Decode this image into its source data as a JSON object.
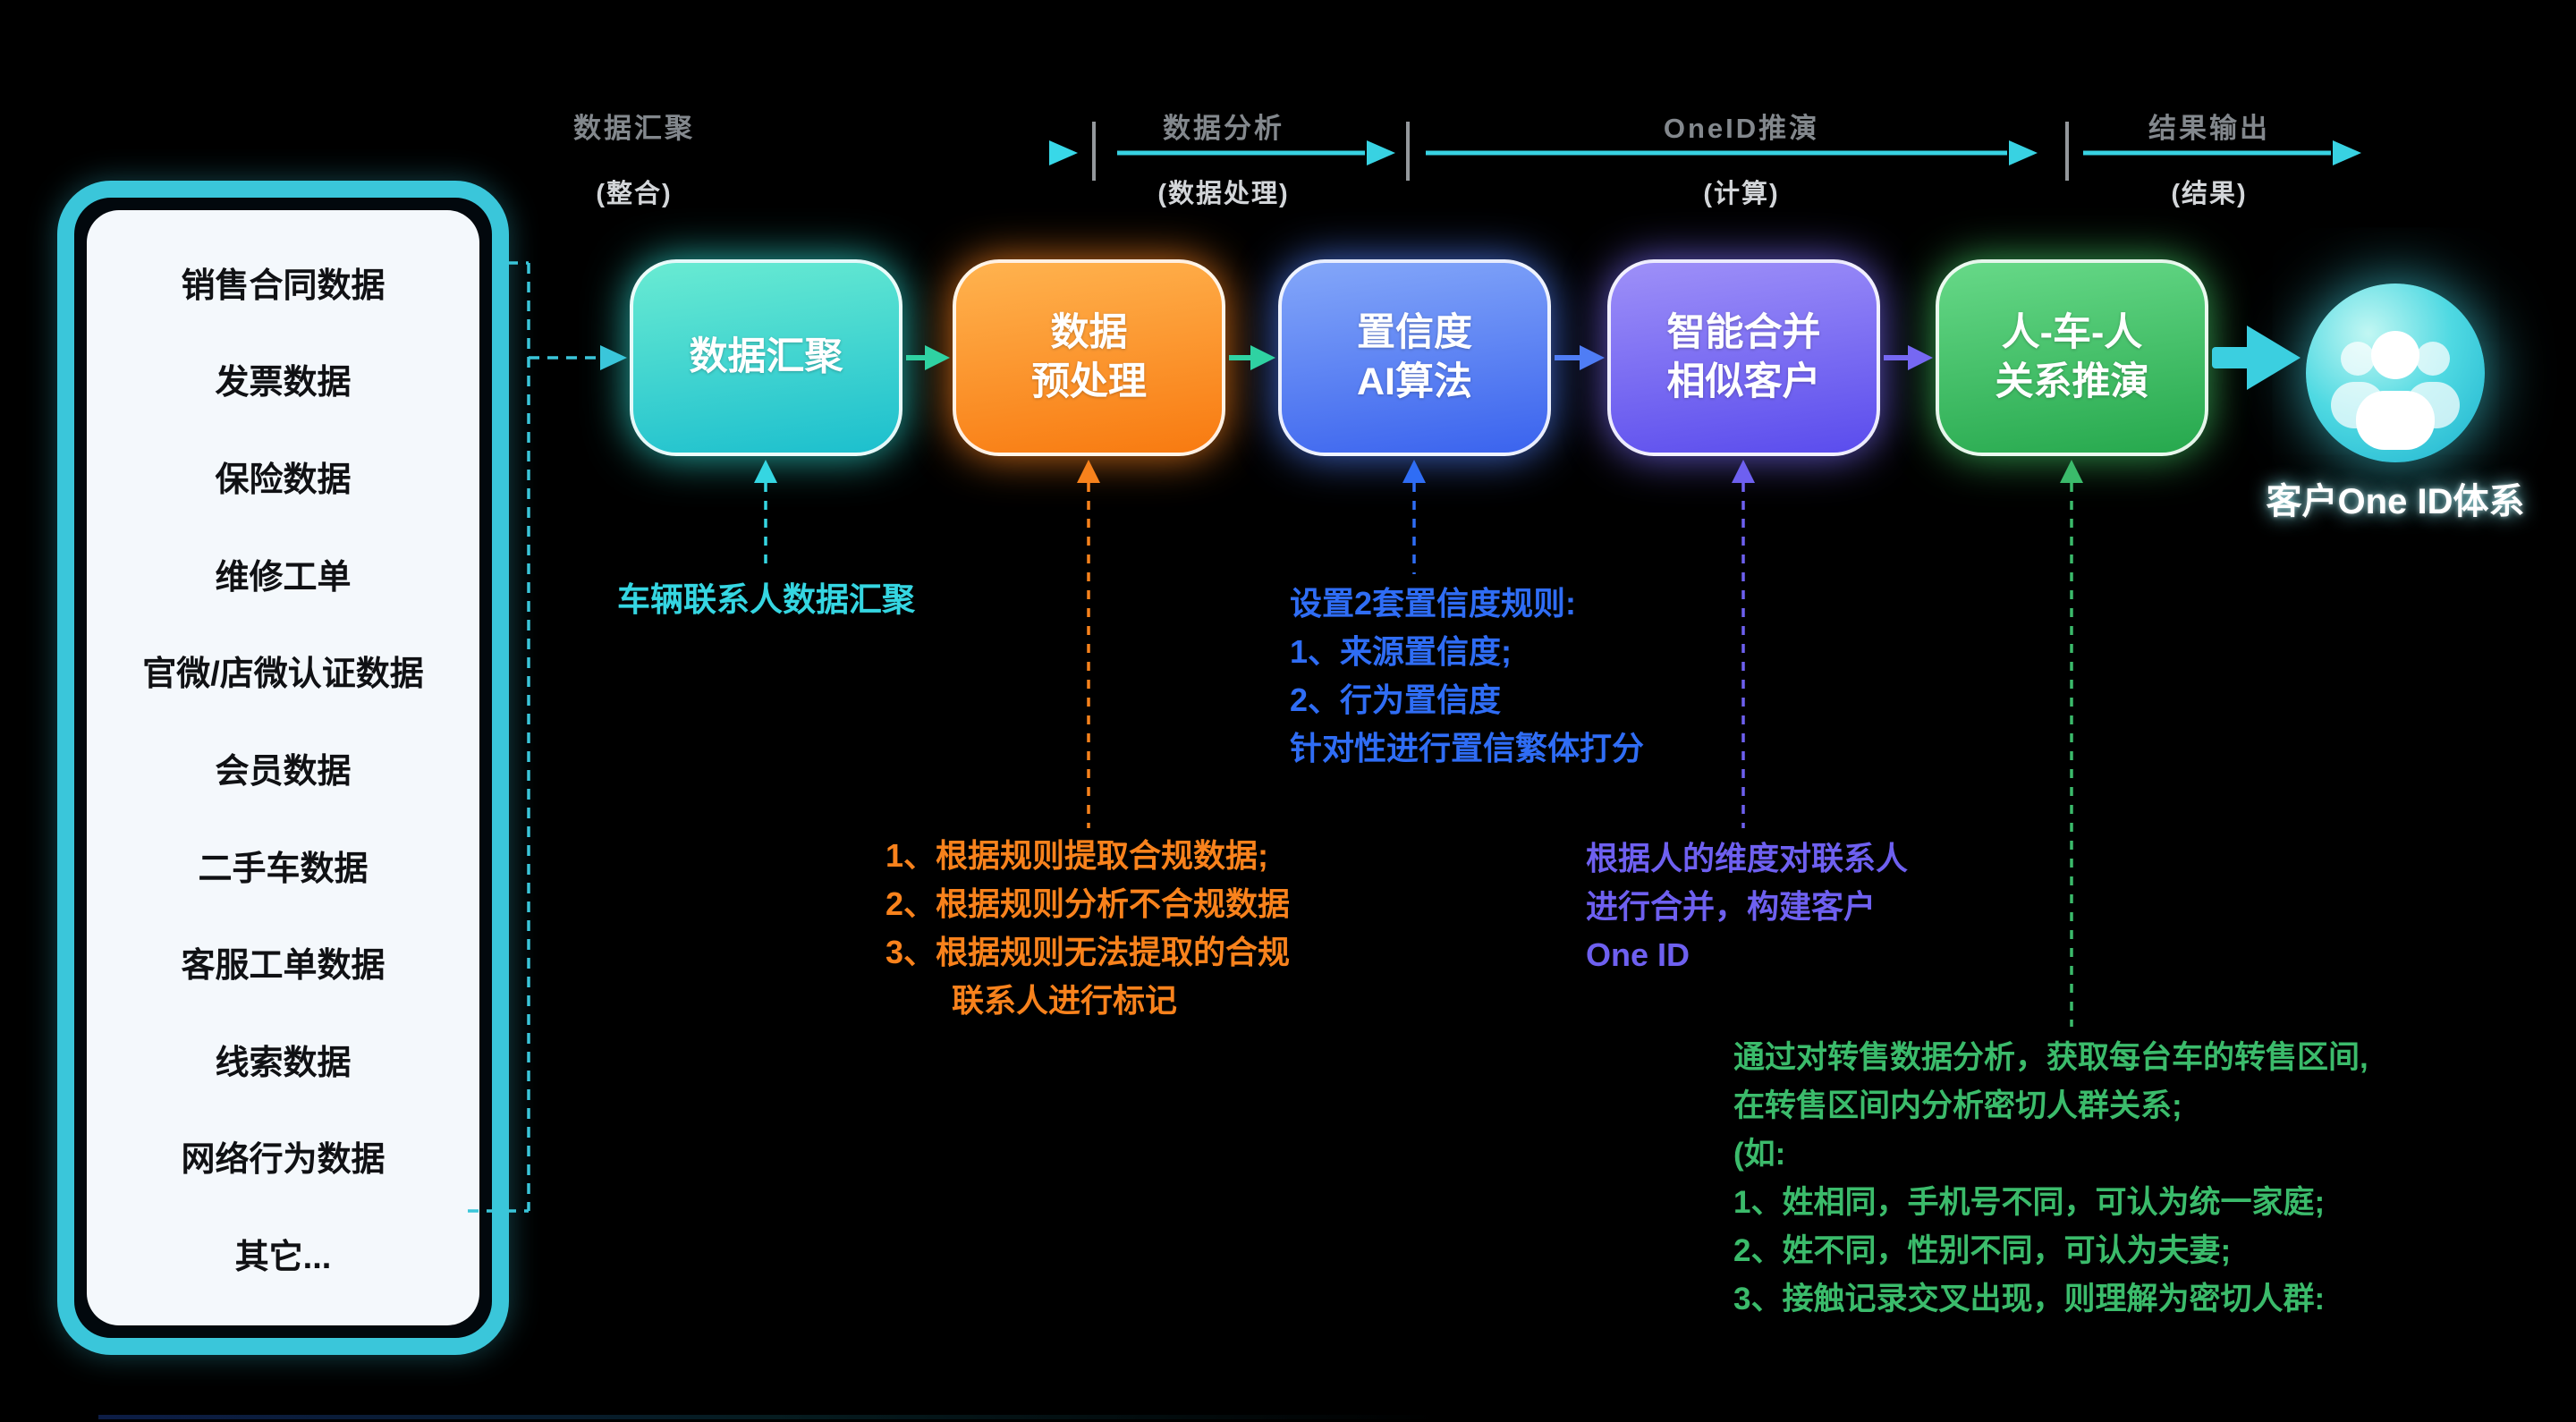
{
  "page": {
    "background": "#000000"
  },
  "phases": [
    {
      "title": "数据汇聚",
      "subtitle": "(整合)"
    },
    {
      "title": "数据分析",
      "subtitle": "(数据处理)"
    },
    {
      "title": "OneID推演",
      "subtitle": "(计算)"
    },
    {
      "title": "结果输出",
      "subtitle": "(结果)"
    }
  ],
  "sidebar": {
    "items": [
      "销售合同数据",
      "发票数据",
      "保险数据",
      "维修工单",
      "官微/店微认证数据",
      "会员数据",
      "二手车数据",
      "客服工单数据",
      "线索数据",
      "网络行为数据",
      "其它..."
    ]
  },
  "flow": {
    "boxes": [
      {
        "line1": "数据汇聚",
        "line2": ""
      },
      {
        "line1": "数据",
        "line2": "预处理"
      },
      {
        "line1": "置信度",
        "line2": "AI算法"
      },
      {
        "line1": "智能合并",
        "line2": "相似客户"
      },
      {
        "line1": "人-车-人",
        "line2": "关系推演"
      }
    ],
    "result_label": "客户One ID体系"
  },
  "notes": {
    "aggregation": {
      "lines": [
        "车辆联系人数据汇聚"
      ]
    },
    "preprocess": {
      "lines": [
        "1、根据规则提取合规数据;",
        "2、根据规则分析不合规数据",
        "3、根据规则无法提取的合规",
        "联系人进行标记"
      ]
    },
    "confidence": {
      "lines": [
        "设置2套置信度规则:",
        "1、来源置信度;",
        "2、行为置信度",
        "针对性进行置信繁体打分"
      ]
    },
    "merge": {
      "lines": [
        "根据人的维度对联系人",
        "进行合并，构建客户",
        "One ID"
      ]
    },
    "relation": {
      "lines": [
        "通过对转售数据分析，获取每台车的转售区间,",
        "在转售区间内分析密切人群关系;",
        "(如:",
        "1、姓相同，手机号不同，可认为统一家庭;",
        "2、姓不同，性别不同，可认为夫妻;",
        "3、接触记录交叉出现，则理解为密切人群:"
      ]
    }
  },
  "colors": {
    "phase_arrow": "#38d2e2",
    "sidebar_border": "#3ac6da",
    "box_aggregation": "#2fd0c0",
    "box_preprocess": "#f87a10",
    "box_confidence": "#3a63ee",
    "box_merge": "#5a4ced",
    "box_relation": "#26a84d",
    "note_cyan": "#35d6e2",
    "note_orange": "#f8821c",
    "note_blue": "#2f6df5",
    "note_purple": "#6e60f0",
    "note_green": "#3bbb6b"
  }
}
